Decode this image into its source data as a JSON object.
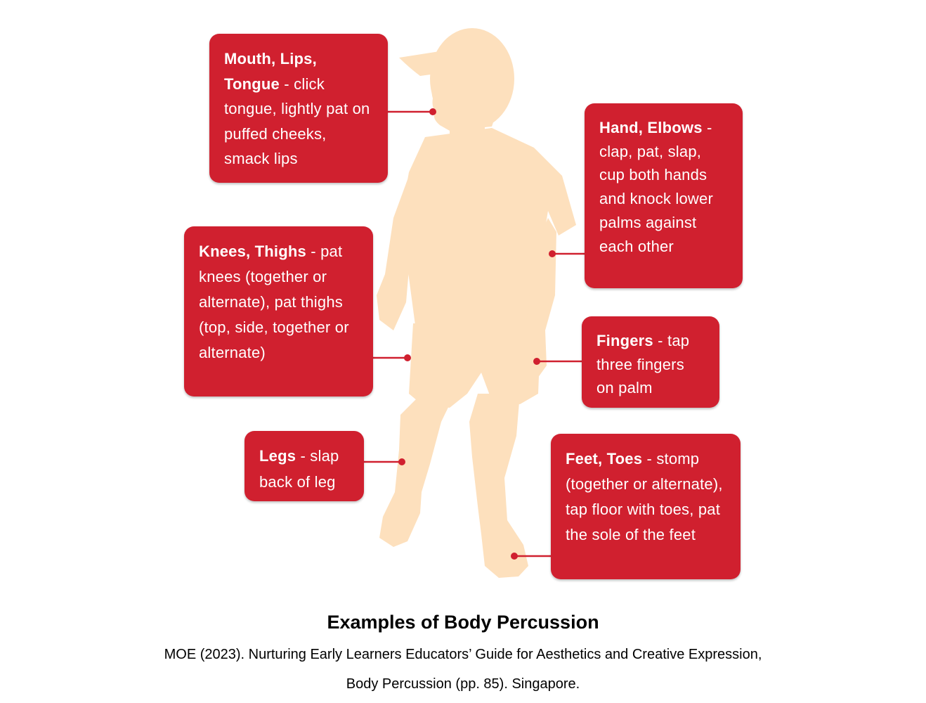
{
  "figure": {
    "colors": {
      "silhouette": "#fde0bd",
      "callout": "#d0202f",
      "connector": "#d0202f",
      "text": "#ffffff"
    },
    "callouts": [
      {
        "id": "mouth",
        "term": "Mouth, Lips, Tongue",
        "desc": " - click tongue, lightly pat on puffed cheeks, smack lips"
      },
      {
        "id": "hand",
        "term": "Hand, Elbows",
        "desc": " - clap, pat, slap, cup both hands and knock lower palms against each other"
      },
      {
        "id": "knees",
        "term": "Knees, Thighs",
        "desc": " - pat knees (together or alternate), pat thighs (top, side, together or alternate)"
      },
      {
        "id": "fingers",
        "term": "Fingers",
        "desc": " - tap three fingers on palm"
      },
      {
        "id": "legs",
        "term": "Legs",
        "desc": " - slap back of leg"
      },
      {
        "id": "feet",
        "term": "Feet, Toes",
        "desc": " - stomp (together or alternate), tap floor with toes, pat the sole of the feet"
      }
    ]
  },
  "caption": {
    "title": "Examples of Body Percussion",
    "source_line1": "MOE (2023). Nurturing Early Learners Educators’ Guide for Aesthetics and Creative Expression,",
    "source_line2": "Body Percussion (pp. 85). Singapore."
  }
}
